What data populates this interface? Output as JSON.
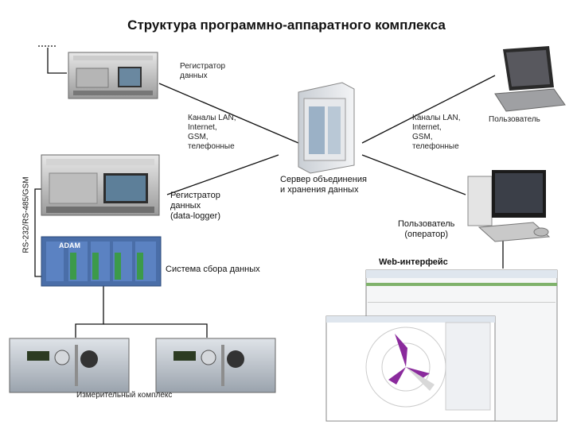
{
  "title": "Структура программно-аппаратного комплекса",
  "labels": {
    "registrar_top": "Регистратор\nданных",
    "channels_left": "Каналы LAN,\nInternet,\nGSM,\nтелефонные",
    "channels_right": "Каналы LAN,\nInternet,\nGSM,\nтелефонные",
    "user_top": "Пользователь",
    "registrar_main": "Регистратор\nданных\n(data-logger)",
    "server": "Сервер объединения\nи хранения данных",
    "operator": "Пользователь\n(оператор)",
    "acquisition": "Система сбора данных",
    "web": "Web-интерфейс",
    "measuring": "Измерительный комплекс",
    "interface": "RS-232/RS-485/GSM"
  },
  "devices": {
    "acquisition_brand": "ADAM"
  }
}
